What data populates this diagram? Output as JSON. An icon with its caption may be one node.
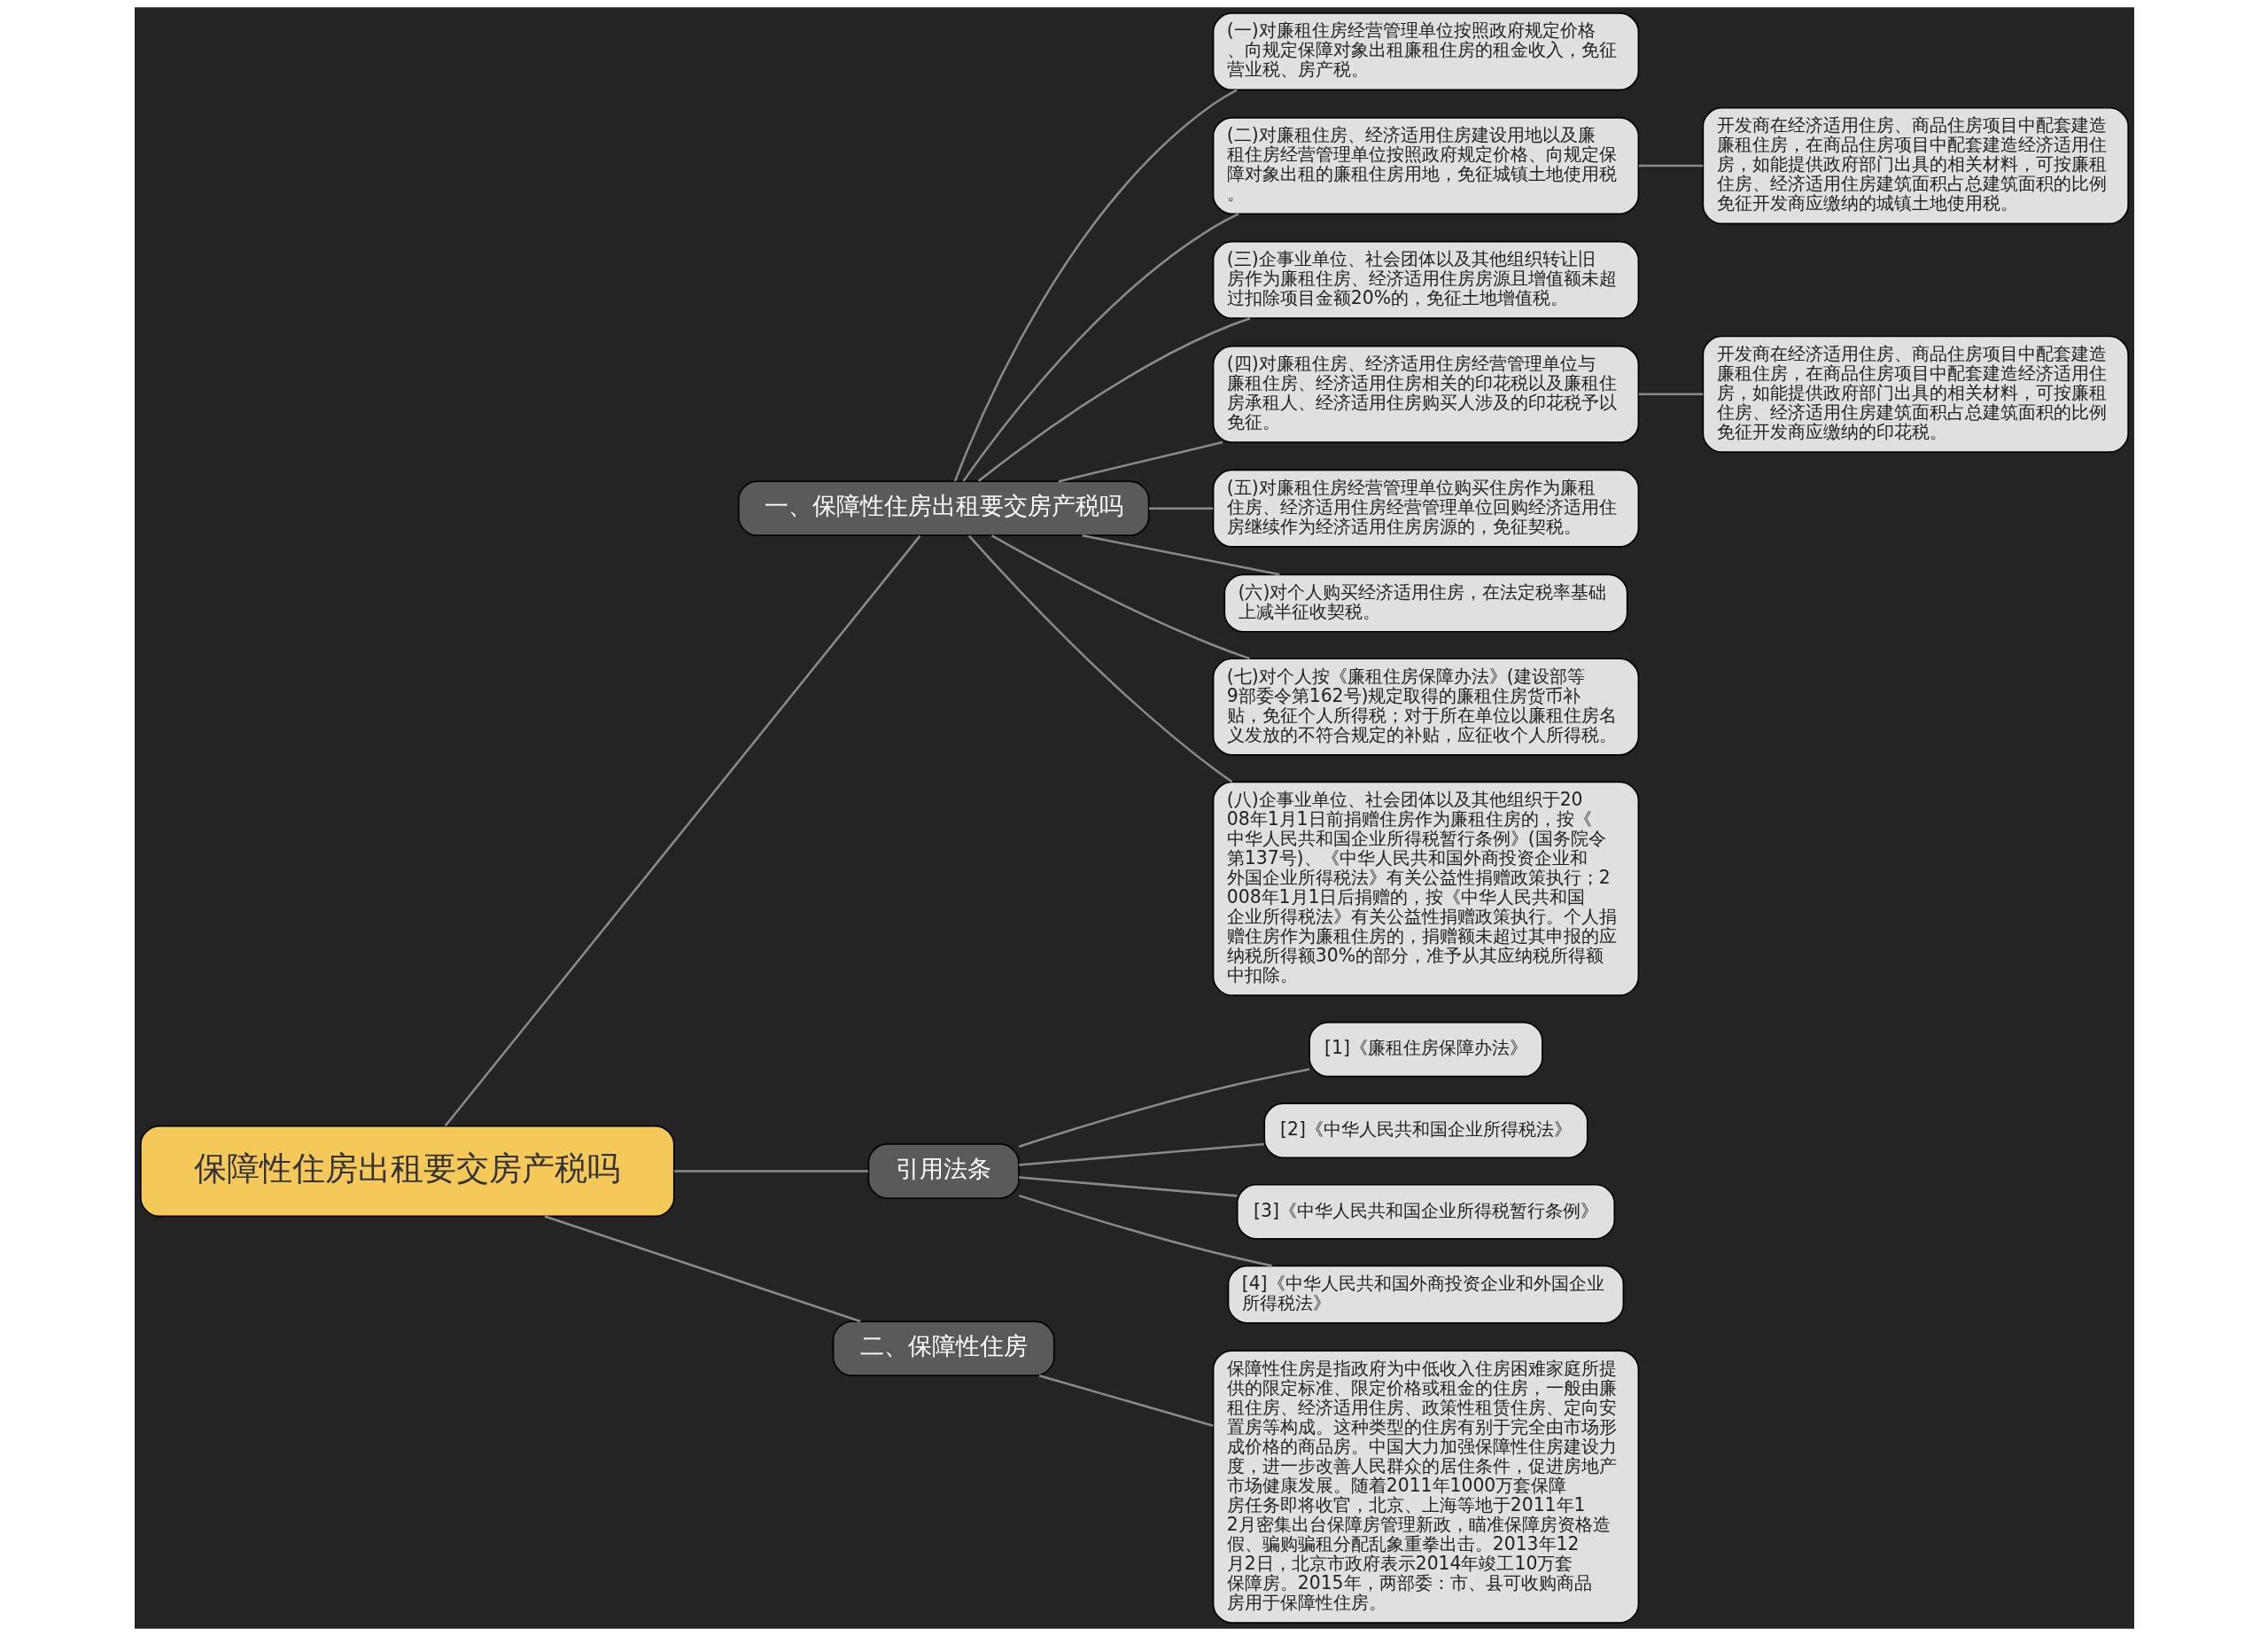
{
  "diagram": {
    "nodes": [
      {
        "text": [
          "保障性住房出租要交房产税吗"
        ]
      },
      {
        "text": [
          "一、保障性住房出租要交房产税吗"
        ]
      },
      {
        "text": [
          "(一)对廉租住房经营管理单位按照政府规定价格、向规定保障对象出租廉租住房的租金收入，免征营业税、房产税。"
        ]
      },
      {
        "text": [
          "(二)对廉租住房、经济适用住房建设用地以及廉租住房经营管理单位按照政府规定价格、向规定保障对象出租的廉租住房用地，免征城镇土地使用税。"
        ]
      },
      {
        "text": [
          "开发商在经济适用住房、商品住房项目中配套建造廉租住房，在商品住房项目中配套建造经济适用住房，如能提供政府部门出具的相关材料，可按廉租住房、经济适用住房建筑面积占总建筑面积的比例免征开发商应缴纳的城镇土地使用税。"
        ]
      },
      {
        "text": [
          "(三)企事业单位、社会团体以及其他组织转让旧房作为廉租住房、经济适用住房房源且增值额未超过扣除项目金额20%的，免征土地增值税。"
        ]
      },
      {
        "text": [
          "(四)对廉租住房、经济适用住房经营管理单位与廉租住房、经济适用住房相关的印花税以及廉租住房承租人、经济适用住房购买人涉及的印花税予以免征。"
        ]
      },
      {
        "text": [
          "开发商在经济适用住房、商品住房项目中配套建造廉租住房，在商品住房项目中配套建造经济适用住房，如能提供政府部门出具的相关材料，可按廉租住房、经济适用住房建筑面积占总建筑面积的比例免征开发商应缴纳的印花税。"
        ]
      },
      {
        "text": [
          "(五)对廉租住房经营管理单位购买住房作为廉租住房、经济适用住房经营管理单位回购经济适用住房继续作为经济适用住房房源的，免征契税。"
        ]
      },
      {
        "text": [
          "(六)对个人购买经济适用住房，在法定税率基础上减半征收契税。"
        ]
      },
      {
        "text": [
          "(七)对个人按《廉租住房保障办法》(建设部等9部委令第162号)规定取得的廉租住房货币补贴，免征个人所得税；对于所在单位以廉租住房名义发放的不符合规定的补贴，应征收个人所得税。"
        ]
      },
      {
        "text": [
          "(八)企事业单位、社会团体以及其他组织于2008年1月1日前捐赠住房作为廉租住房的，按《中华人民共和国企业所得税暂行条例》(国务院令第137号)、《中华人民共和国外商投资企业和外国企业所得税法》有关公益性捐赠政策执行；2008年1月1日后捐赠的，按《中华人民共和国企业所得税法》有关公益性捐赠政策执行。个人捐赠住房作为廉租住房的，捐赠额未超过其申报的应纳税所得额30%的部分，准予从其应纳税所得额中扣除。"
        ]
      },
      {
        "text": [
          "引用法条"
        ]
      },
      {
        "text": [
          "[1]《廉租住房保障办法》"
        ]
      },
      {
        "text": [
          "[2]《中华人民共和国企业所得税法》"
        ]
      },
      {
        "text": [
          "[3]《中华人民共和国企业所得税暂行条例》"
        ]
      },
      {
        "text": [
          "[4]《中华人民共和国外商投资企业和外国企业所得税法》"
        ]
      },
      {
        "text": [
          "二、保障性住房"
        ]
      },
      {
        "text": [
          "保障性住房是指政府为中低收入住房困难家庭所提供的限定标准、限定价格或租金的住房，一般由廉租住房、经济适用住房、政策性租赁住房、定向安置房等构成。这种类型的住房有别于完全由市场形成价格的商品房。中国大力加强保障性住房建设力度，进一步改善人民群众的居住条件，促进房地产市场健康发展。随着2011年1000万套保障房任务即将收官，北京、上海等地于2011年12月密集出台保障房管理新政，瞄准保障房资格造假、骗购骗租分配乱象重拳出击。2013年12月2日，北京市政府表示2014年竣工10万套保障房。2015年，两部委：市、县可收购商品房用于保障性住房。"
        ]
      }
    ],
    "edges": [
      {
        "from": 0,
        "to": 1,
        "arrow": "none"
      },
      {
        "from": 1,
        "to": 2,
        "arrow": "none"
      },
      {
        "from": 1,
        "to": 3,
        "arrow": "none"
      },
      {
        "from": 3,
        "to": 4,
        "arrow": "none"
      },
      {
        "from": 1,
        "to": 5,
        "arrow": "none"
      },
      {
        "from": 1,
        "to": 6,
        "arrow": "none"
      },
      {
        "from": 6,
        "to": 7,
        "arrow": "none"
      },
      {
        "from": 1,
        "to": 8,
        "arrow": "none"
      },
      {
        "from": 1,
        "to": 9,
        "arrow": "none"
      },
      {
        "from": 1,
        "to": 10,
        "arrow": "none"
      },
      {
        "from": 1,
        "to": 11,
        "arrow": "none"
      },
      {
        "from": 0,
        "to": 12,
        "arrow": "none"
      },
      {
        "from": 12,
        "to": 13,
        "arrow": "none"
      },
      {
        "from": 12,
        "to": 14,
        "arrow": "none"
      },
      {
        "from": 12,
        "to": 15,
        "arrow": "none"
      },
      {
        "from": 12,
        "to": 16,
        "arrow": "none"
      },
      {
        "from": 0,
        "to": 17,
        "arrow": "none"
      },
      {
        "from": 17,
        "to": 18,
        "arrow": "none"
      }
    ]
  }
}
